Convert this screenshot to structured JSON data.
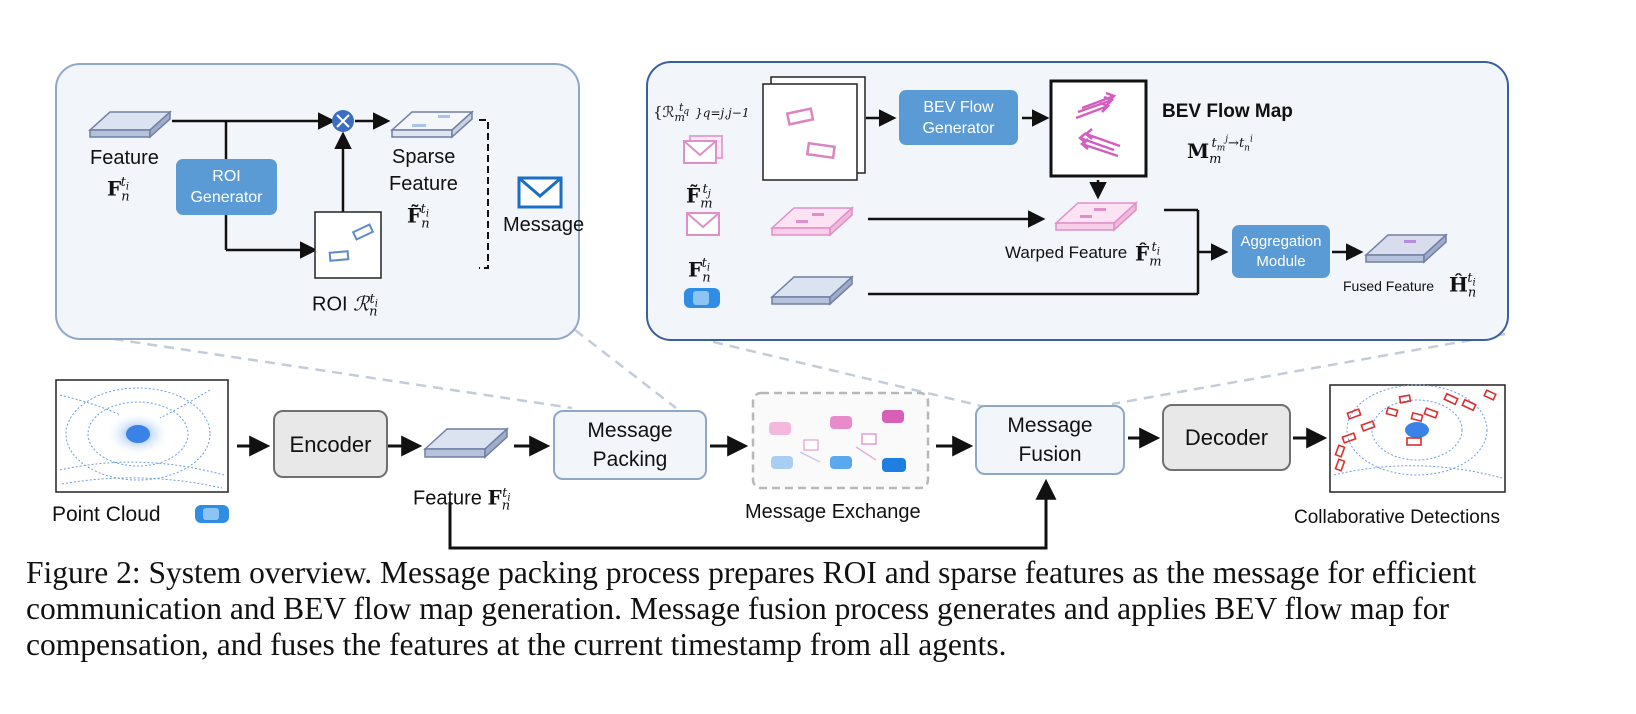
{
  "top_left": {
    "feature_label": "Feature",
    "feature_math": "F",
    "feature_sub": "n",
    "feature_sup": "t",
    "feature_sup_sub": "i",
    "roi_generator": "ROI\nGenerator",
    "sparse_label_1": "Sparse",
    "sparse_label_2": "Feature",
    "sparse_math": "F̃",
    "roi_label": "ROI",
    "roi_math": "ℛ",
    "message_label": "Message"
  },
  "top_right": {
    "roi_set_math": "{ℛ",
    "roi_set_range": "}q=j,j−1",
    "feat_m_math": "F̃",
    "feat_n_math": "F",
    "bev_flow_generator": "BEV Flow\nGenerator",
    "bev_flow_map_title": "BEV Flow Map",
    "bev_flow_map_math": "M",
    "warped_feature_label": "Warped Feature",
    "warped_math": "F̂",
    "aggregation_module": "Aggregation\nModule",
    "fused_feature_label": "Fused Feature",
    "fused_math": "Ĥ"
  },
  "pipeline": {
    "point_cloud": "Point Cloud",
    "encoder": "Encoder",
    "feature_label": "Feature",
    "feature_math": "F",
    "message_packing": "Message\nPacking",
    "message_exchange": "Message Exchange",
    "message_fusion": "Message\nFusion",
    "decoder": "Decoder",
    "collaborative_detections": "Collaborative Detections"
  },
  "caption": "Figure 2: System overview. Message packing process prepares ROI and sparse features as the message for efficient communication and BEV flow map generation. Message fusion process generates and applies BEV flow map for compensation, and fuses the features at the current timestamp from all agents.",
  "colors": {
    "panel_border": "#8fa8c8",
    "panel_fill": "#f2f6fb",
    "blue_box": "#5b9bd5",
    "feature_slab": "#c5cfe3",
    "pink": "#e8a0d0",
    "car_blue": "#2f8de4",
    "detection_red": "#d93030"
  }
}
